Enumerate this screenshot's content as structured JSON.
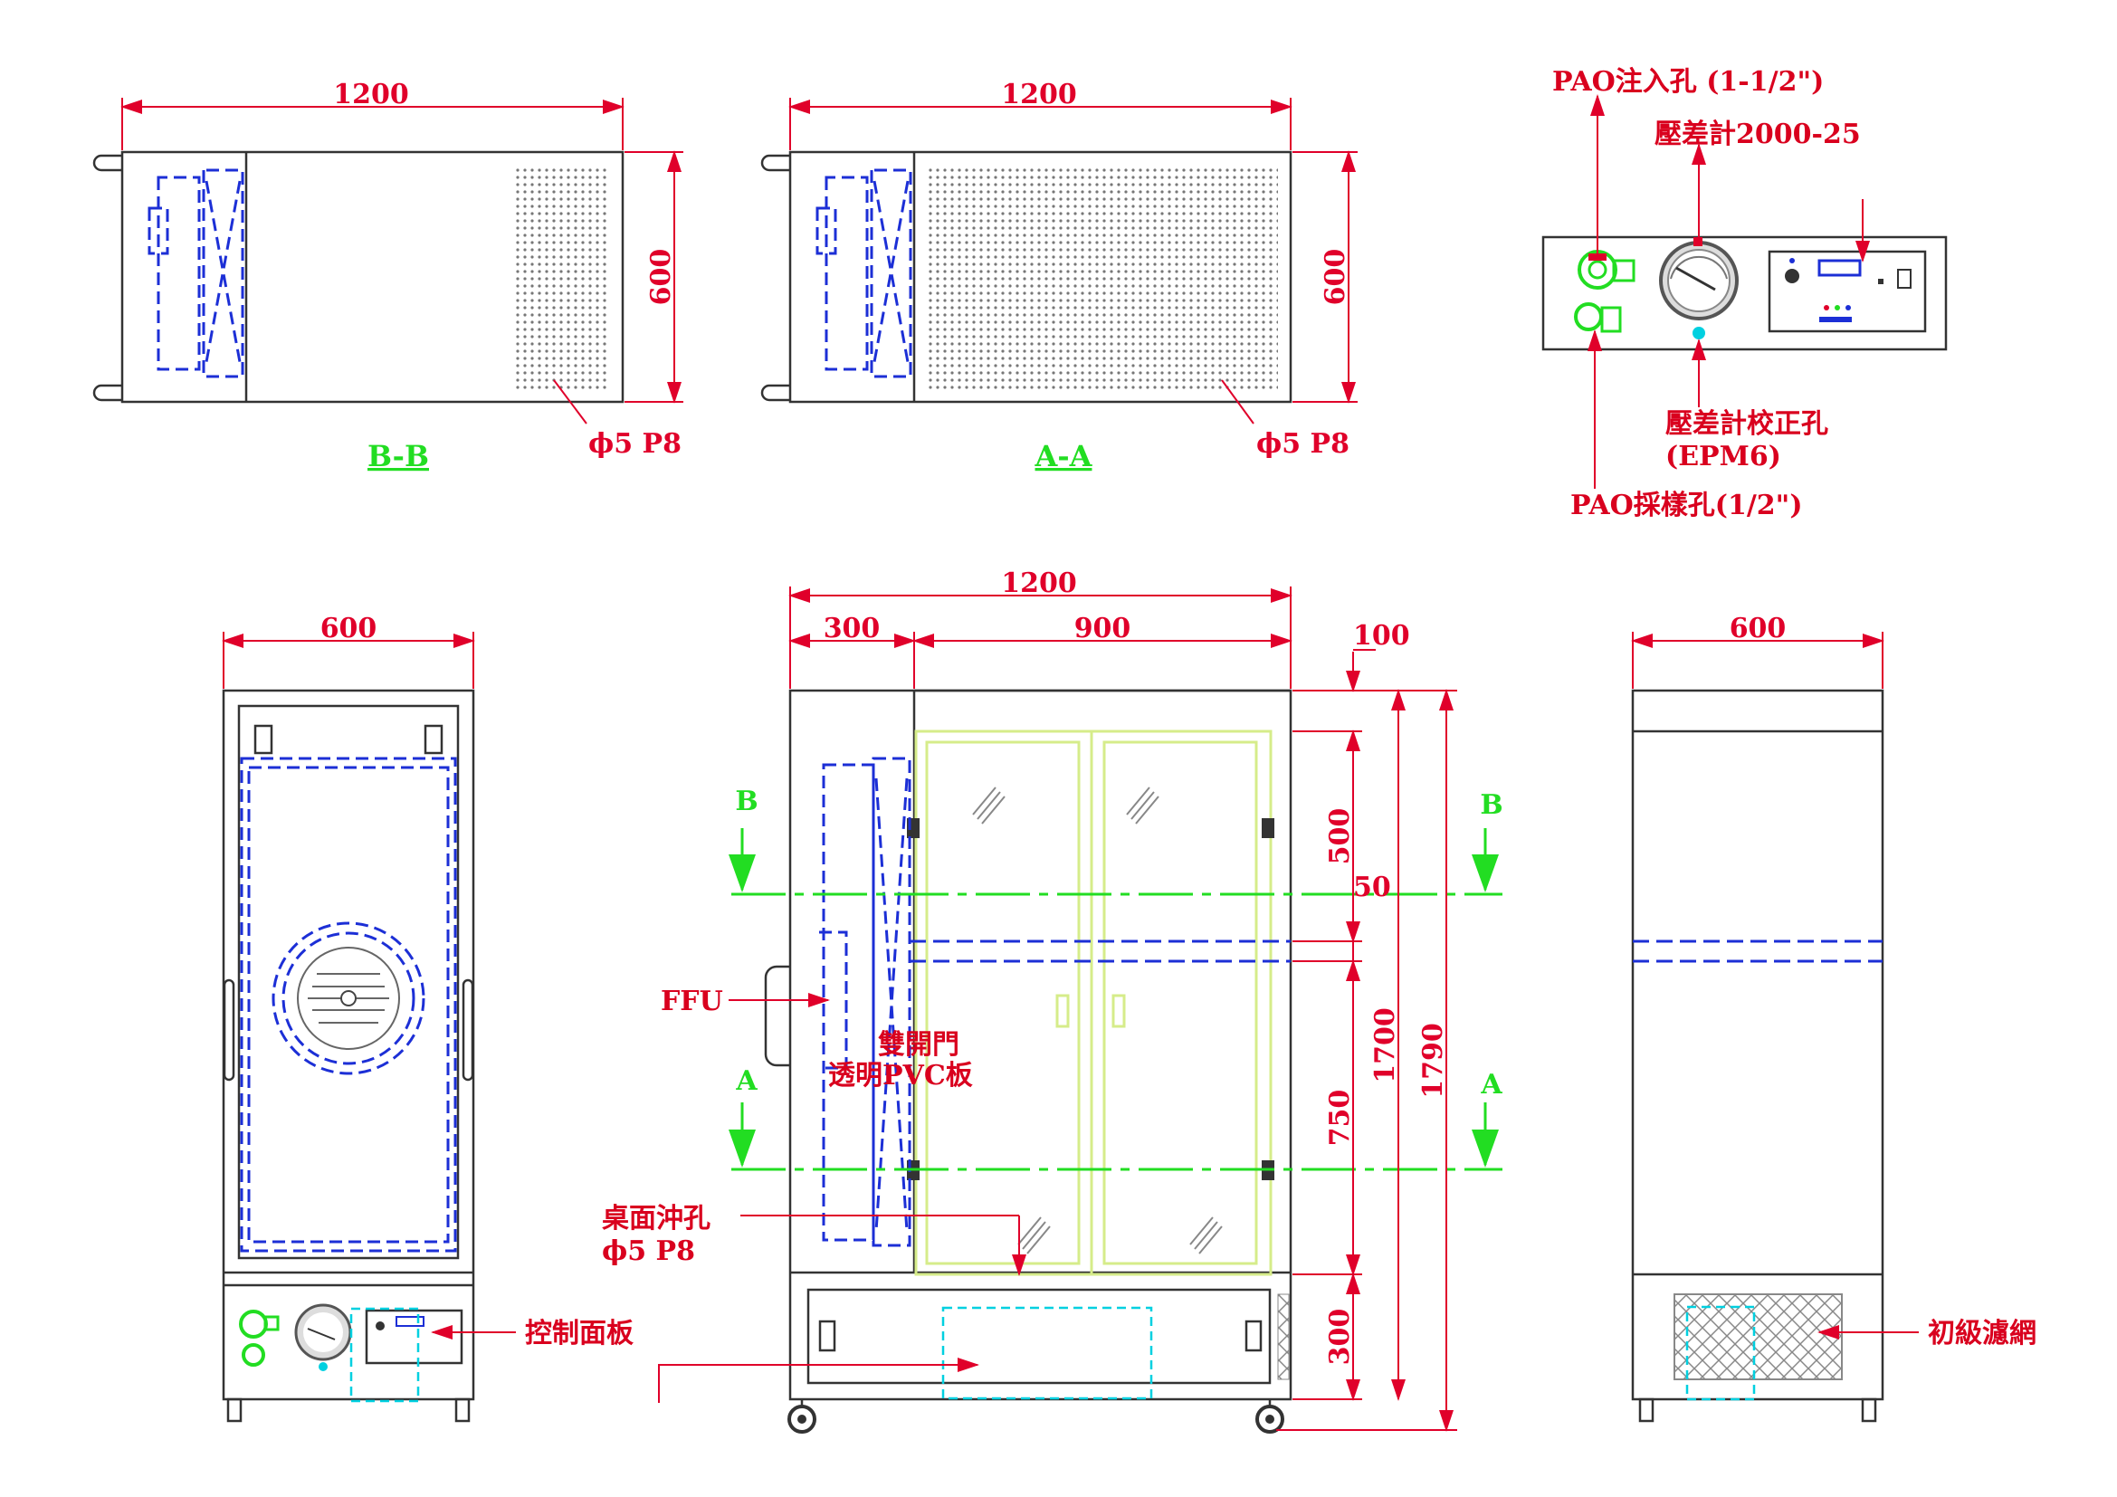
{
  "top_views": {
    "bb": {
      "dim_width": "1200",
      "dim_height": "600",
      "hole_note": "ϕ5 P8",
      "section_title": "B-B"
    },
    "aa": {
      "dim_width": "1200",
      "dim_height": "600",
      "hole_note": "ϕ5 P8",
      "section_title": "A-A"
    }
  },
  "panel_detail": {
    "pao_inject": "PAO注入孔 (1-1/2\")",
    "gauge": "壓差計2000-25",
    "gauge_cal_1": "壓差計校正孔",
    "gauge_cal_2": "(EPM6)",
    "pao_sample": "PAO採樣孔(1/2\")"
  },
  "left_view": {
    "dim_width": "600",
    "control_panel": "控制面板"
  },
  "front_view": {
    "dim_total": "1200",
    "dim_left": "300",
    "dim_right": "900",
    "dim_100": "100",
    "dim_500": "500",
    "dim_50": "50",
    "dim_750": "750",
    "dim_300": "300",
    "dim_1700": "1700",
    "dim_1790": "1790",
    "section_b": "B",
    "section_a": "A",
    "ffu": "FFU",
    "door_1": "雙開門",
    "door_2": "透明PVC板",
    "table_1": "桌面沖孔",
    "table_2": "ϕ5 P8"
  },
  "right_view": {
    "dim_width": "600",
    "prefilter": "初級濾網"
  },
  "colors": {
    "dimension": "#e0002a",
    "section": "#22dd22",
    "hidden": "#1c2fd6",
    "glass": "#d6ec8a",
    "cyan": "#00d0e0"
  }
}
